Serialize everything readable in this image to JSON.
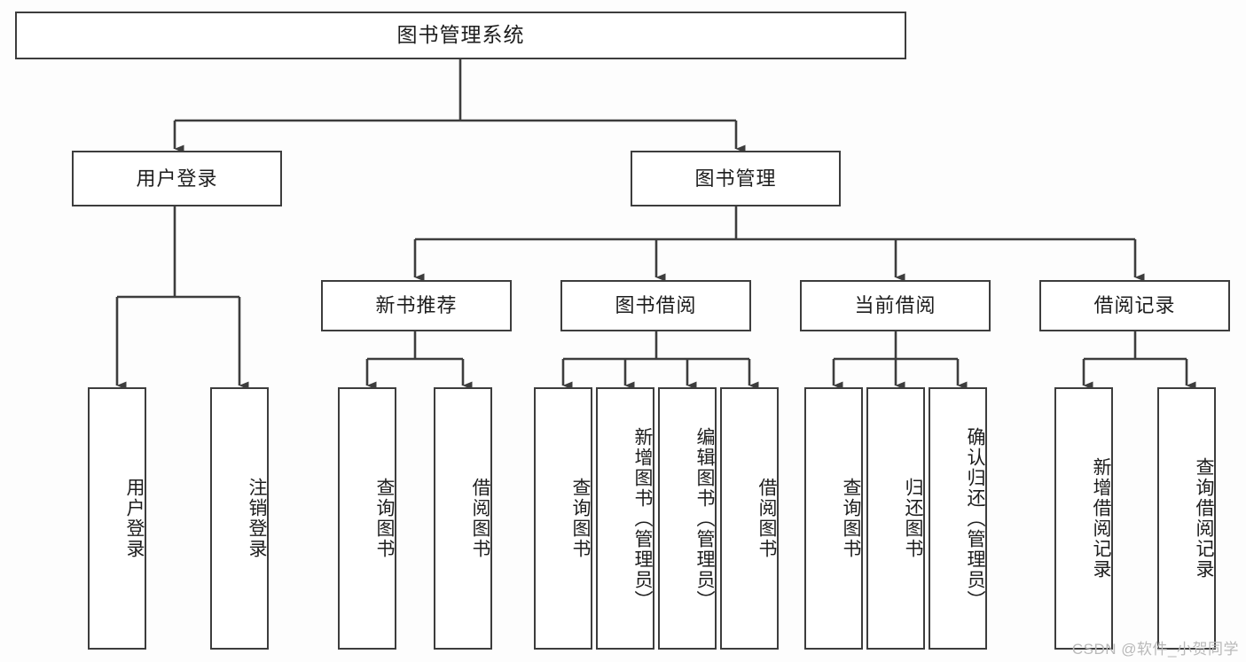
{
  "diagram": {
    "title": "图书管理系统",
    "type": "functional-structure-tree",
    "watermark": "CSDN @软件_小贺同学",
    "colors": {
      "border": "#3d3d3d",
      "node_fill": "#ffffff",
      "background": "#fdfdfd",
      "text": "#1d1d1d",
      "watermark": "#b9b9b9"
    }
  },
  "nodes": {
    "root": {
      "label": "图书管理系统"
    },
    "level2": [
      {
        "id": "user-login",
        "label": "用户登录"
      },
      {
        "id": "book-management",
        "label": "图书管理"
      }
    ],
    "level3": [
      {
        "id": "new-book-recommend",
        "label": "新书推荐"
      },
      {
        "id": "book-borrow",
        "label": "图书借阅"
      },
      {
        "id": "current-borrow",
        "label": "当前借阅"
      },
      {
        "id": "borrow-record",
        "label": "借阅记录"
      }
    ],
    "leaves": {
      "user_login": [
        {
          "id": "leaf-user-login",
          "label": "用户登录"
        },
        {
          "id": "leaf-logout-login",
          "label": "注销登录"
        }
      ],
      "new_book_recommend": [
        {
          "id": "leaf-query-book-1",
          "label": "查询图书"
        },
        {
          "id": "leaf-borrow-book-1",
          "label": "借阅图书"
        }
      ],
      "book_borrow": [
        {
          "id": "leaf-query-book-2",
          "label": "查询图书"
        },
        {
          "id": "leaf-add-book",
          "label": "新增图书（管理员）"
        },
        {
          "id": "leaf-edit-book",
          "label": "编辑图书（管理员）"
        },
        {
          "id": "leaf-borrow-book-2",
          "label": "借阅图书"
        }
      ],
      "current_borrow": [
        {
          "id": "leaf-query-book-3",
          "label": "查询图书"
        },
        {
          "id": "leaf-return-book",
          "label": "归还图书"
        },
        {
          "id": "leaf-confirm-return",
          "label": "确认归还（管理员）"
        }
      ],
      "borrow_record": [
        {
          "id": "leaf-add-record",
          "label": "新增借阅记录"
        },
        {
          "id": "leaf-query-record",
          "label": "查询借阅记录"
        }
      ]
    }
  },
  "chart_data": {
    "type": "table",
    "title": "图书管理系统 功能结构图",
    "hierarchy": [
      {
        "label": "图书管理系统",
        "children": [
          {
            "label": "用户登录",
            "children": [
              {
                "label": "用户登录"
              },
              {
                "label": "注销登录"
              }
            ]
          },
          {
            "label": "图书管理",
            "children": [
              {
                "label": "新书推荐",
                "children": [
                  {
                    "label": "查询图书"
                  },
                  {
                    "label": "借阅图书"
                  }
                ]
              },
              {
                "label": "图书借阅",
                "children": [
                  {
                    "label": "查询图书"
                  },
                  {
                    "label": "新增图书（管理员）"
                  },
                  {
                    "label": "编辑图书（管理员）"
                  },
                  {
                    "label": "借阅图书"
                  }
                ]
              },
              {
                "label": "当前借阅",
                "children": [
                  {
                    "label": "查询图书"
                  },
                  {
                    "label": "归还图书"
                  },
                  {
                    "label": "确认归还（管理员）"
                  }
                ]
              },
              {
                "label": "借阅记录",
                "children": [
                  {
                    "label": "新增借阅记录"
                  },
                  {
                    "label": "查询借阅记录"
                  }
                ]
              }
            ]
          }
        ]
      }
    ]
  }
}
